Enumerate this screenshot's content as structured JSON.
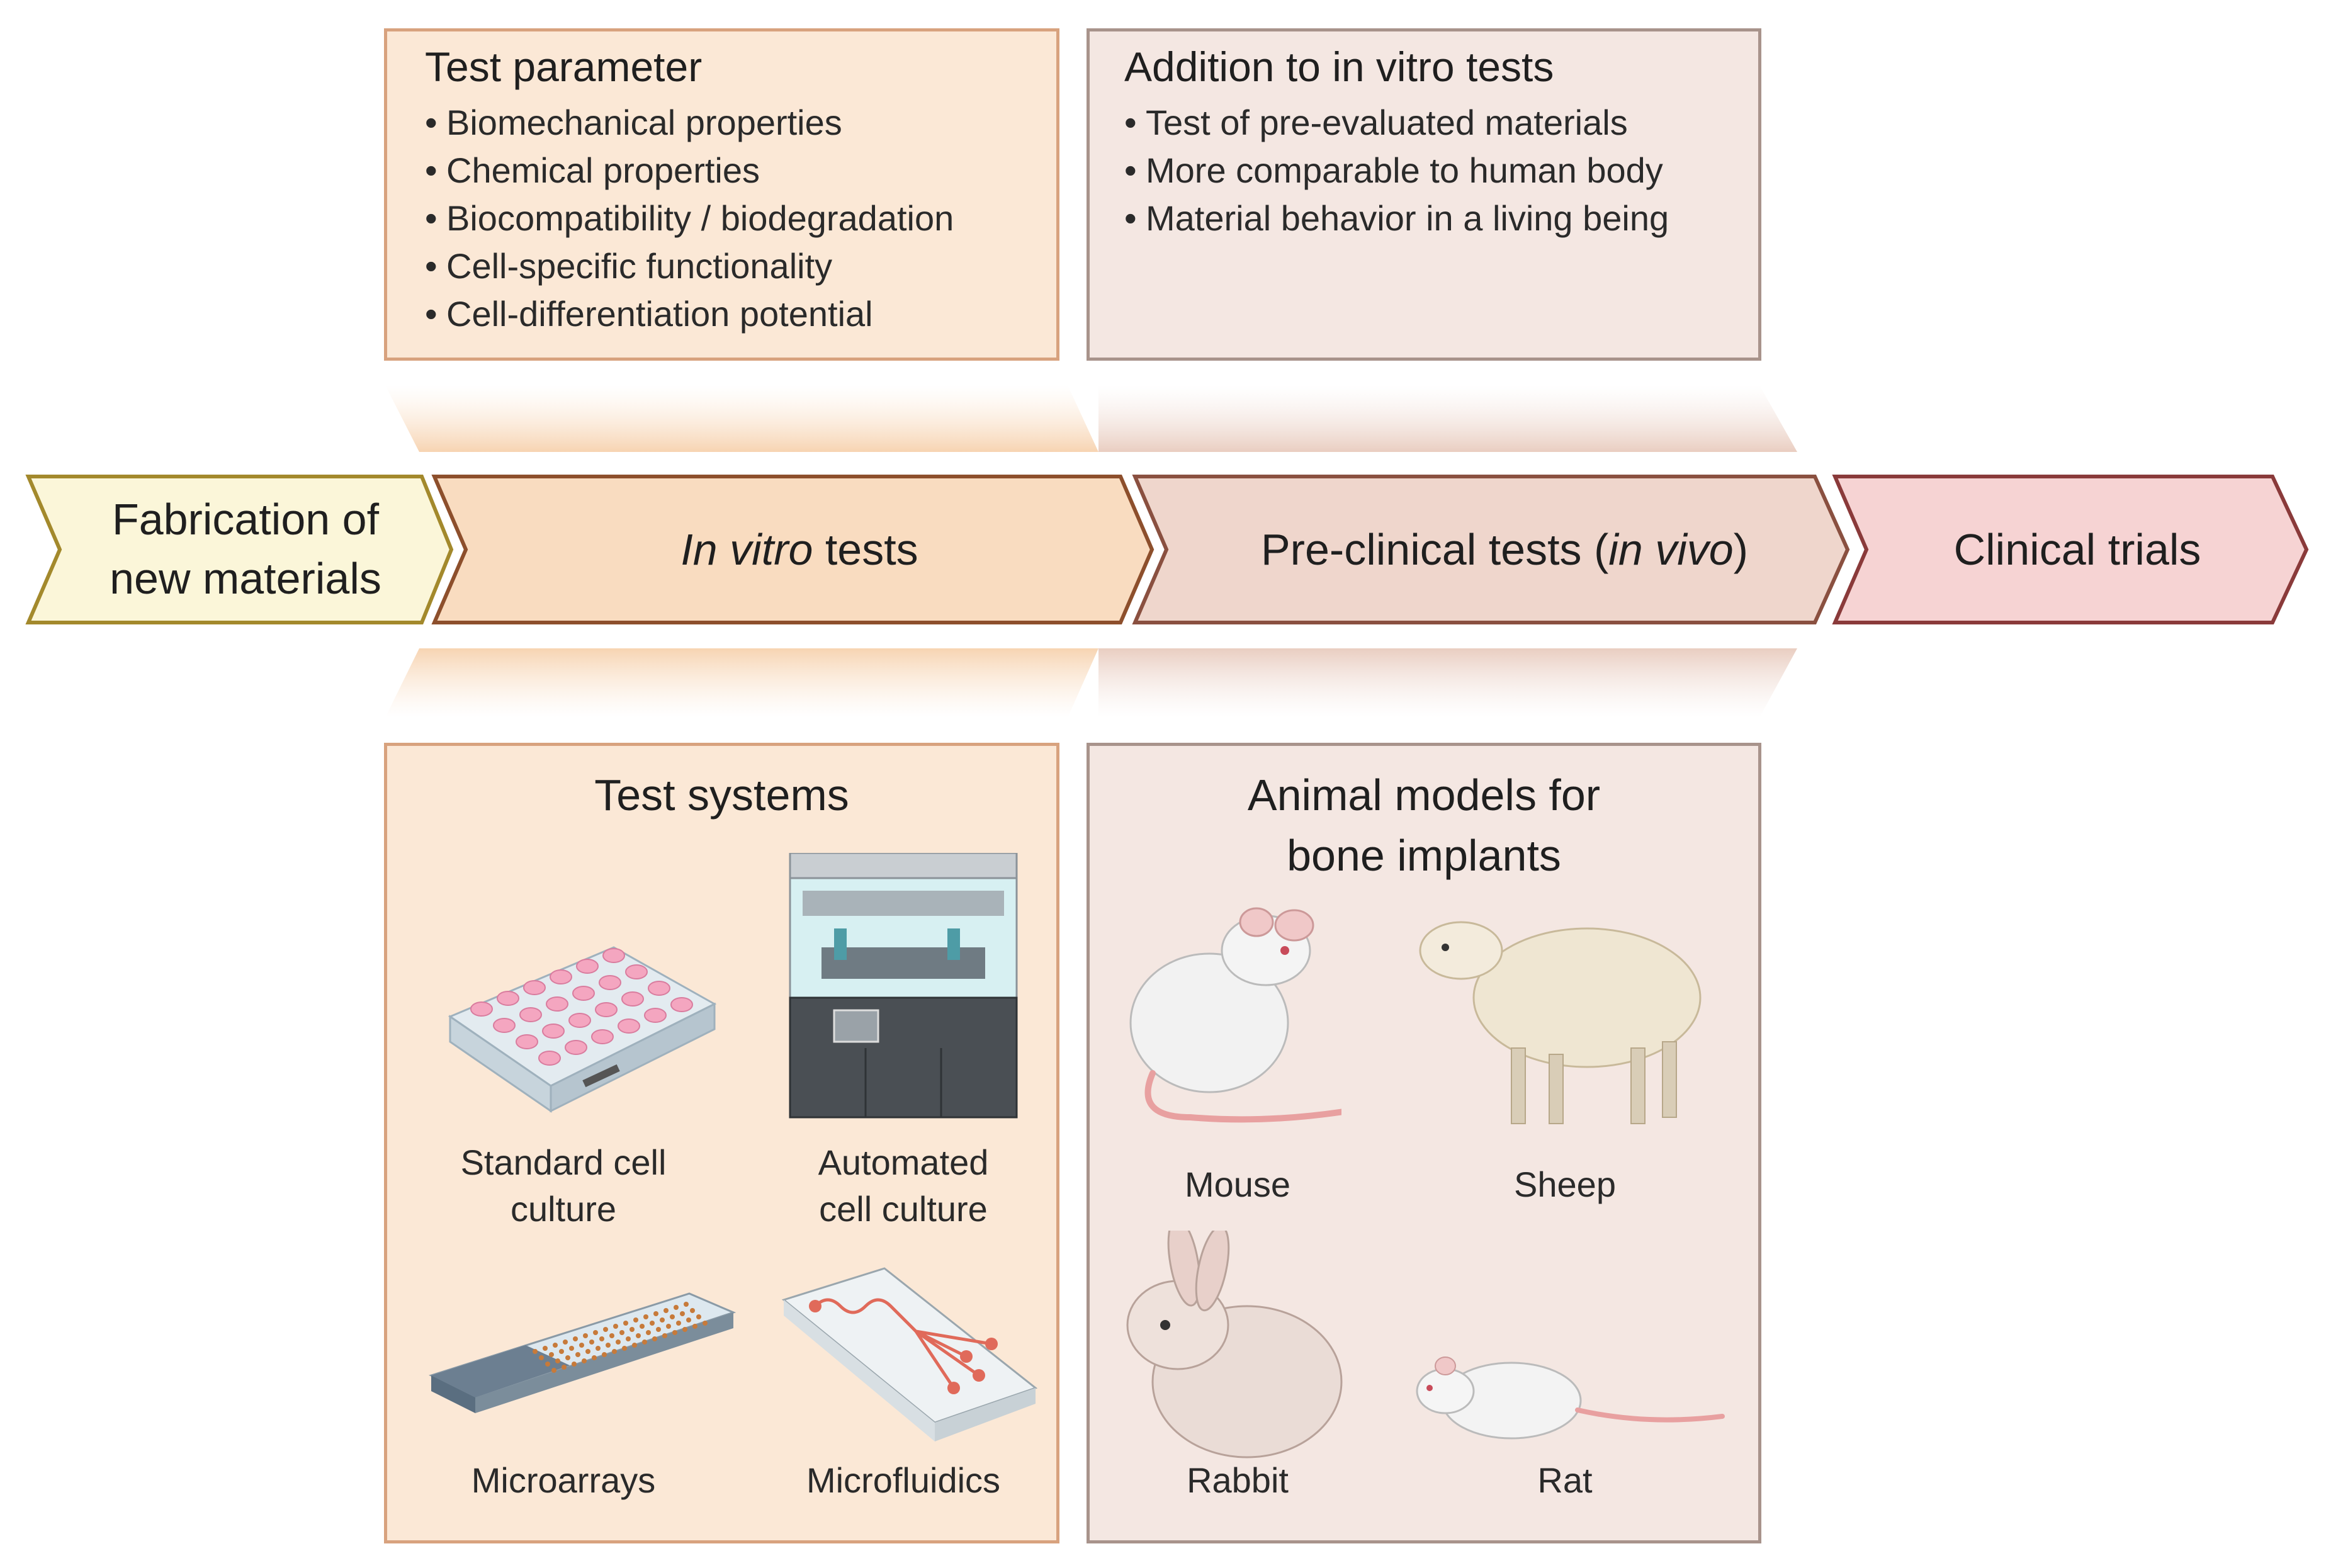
{
  "flow": {
    "steps": [
      {
        "id": "fabrication",
        "label_line1": "Fabrication of",
        "label_line2": "new materials",
        "fill": "#fbf6d9",
        "stroke": "#a3892c"
      },
      {
        "id": "invitro",
        "label_italic": "In vitro",
        "label_rest": " tests",
        "fill": "#f9dcc0",
        "stroke": "#8d4f2c"
      },
      {
        "id": "preclinical",
        "label_pre": "Pre-clinical tests (",
        "label_italic": "in vivo",
        "label_post": ")",
        "fill": "#efd6cc",
        "stroke": "#8a5040"
      },
      {
        "id": "clinical",
        "label": "Clinical trials",
        "fill": "#f6d3d3",
        "stroke": "#8a3a3a"
      }
    ]
  },
  "test_parameter": {
    "title": "Test parameter",
    "items": [
      "Biomechanical properties",
      "Chemical properties",
      "Biocompatibility / biodegradation",
      "Cell-specific functionality",
      "Cell-differentiation potential"
    ]
  },
  "addition_in_vitro": {
    "title": "Addition to in vitro tests",
    "items": [
      "Test of pre-evaluated materials",
      "More comparable to human body",
      "Material behavior in a living being"
    ]
  },
  "test_systems": {
    "title": "Test systems",
    "items": [
      {
        "line1": "Standard cell",
        "line2": "culture",
        "icon": "well-plate-icon"
      },
      {
        "line1": "Automated",
        "line2": "cell culture",
        "icon": "automated-culture-machine-icon"
      },
      {
        "line1": "Microarrays",
        "line2": "",
        "icon": "microarray-slide-icon"
      },
      {
        "line1": "Microfluidics",
        "line2": "",
        "icon": "microfluidic-chip-icon"
      }
    ]
  },
  "animal_models": {
    "title_line1": "Animal models for",
    "title_line2": "bone implants",
    "items": [
      {
        "label": "Mouse",
        "icon": "mouse-icon"
      },
      {
        "label": "Sheep",
        "icon": "sheep-icon"
      },
      {
        "label": "Rabbit",
        "icon": "rabbit-icon"
      },
      {
        "label": "Rat",
        "icon": "rat-icon"
      }
    ]
  },
  "colors": {
    "invitro_box_fill": "#fbe8d6",
    "invitro_box_stroke": "#d8a27e",
    "invivo_box_fill": "#f4e7e2",
    "invivo_box_stroke": "#a8938b"
  }
}
